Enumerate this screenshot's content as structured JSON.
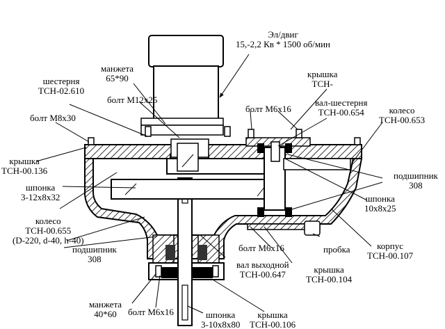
{
  "labels": {
    "motor": [
      "Эл/двиг",
      "15,-2,2 Кв * 1500 об/мин"
    ],
    "cuff_top": [
      "манжета",
      "65*90"
    ],
    "gear": [
      "шестерня",
      "TCH-02.610"
    ],
    "bolt_m12": [
      "болт М12х25"
    ],
    "bolt_m8": [
      "болт М8х30"
    ],
    "cover_136": [
      "крышка",
      "TCH-00.136"
    ],
    "key_3_12": [
      "шпонка",
      "3-12х8х32"
    ],
    "wheel_655": [
      "колесо",
      "TCH-00.655",
      "(D-220, d-40, h-40)"
    ],
    "bearing_308_left": [
      "подшипник",
      "308"
    ],
    "cuff_bottom": [
      "манжета",
      "40*60"
    ],
    "bolt_m6_bottom": [
      "болт М6х16"
    ],
    "key_3_10": [
      "шпонка",
      "3-10х8х80"
    ],
    "cover_106": [
      "крышка",
      "TCH-00.106"
    ],
    "output_shaft": [
      "вал выходной",
      "TCH-00.647"
    ],
    "cover_104": [
      "крышка",
      "TCH-00.104"
    ],
    "bolt_m6_mid": [
      "болт М6х16"
    ],
    "plug": [
      "пробка"
    ],
    "body": [
      "корпус",
      "TCH-00.107"
    ],
    "key_10_8_25": [
      "шпонка",
      "10х8х25"
    ],
    "bearing_308_right": [
      "подшипник",
      "308"
    ],
    "wheel_653": [
      "колесо",
      "TCH-00.653"
    ],
    "shaft_gear": [
      "вал-шестерня",
      "TCH-00.654"
    ],
    "cover_top": [
      "крышка",
      "TCH-"
    ],
    "bolt_m6_top": [
      "болт М6х16"
    ]
  }
}
